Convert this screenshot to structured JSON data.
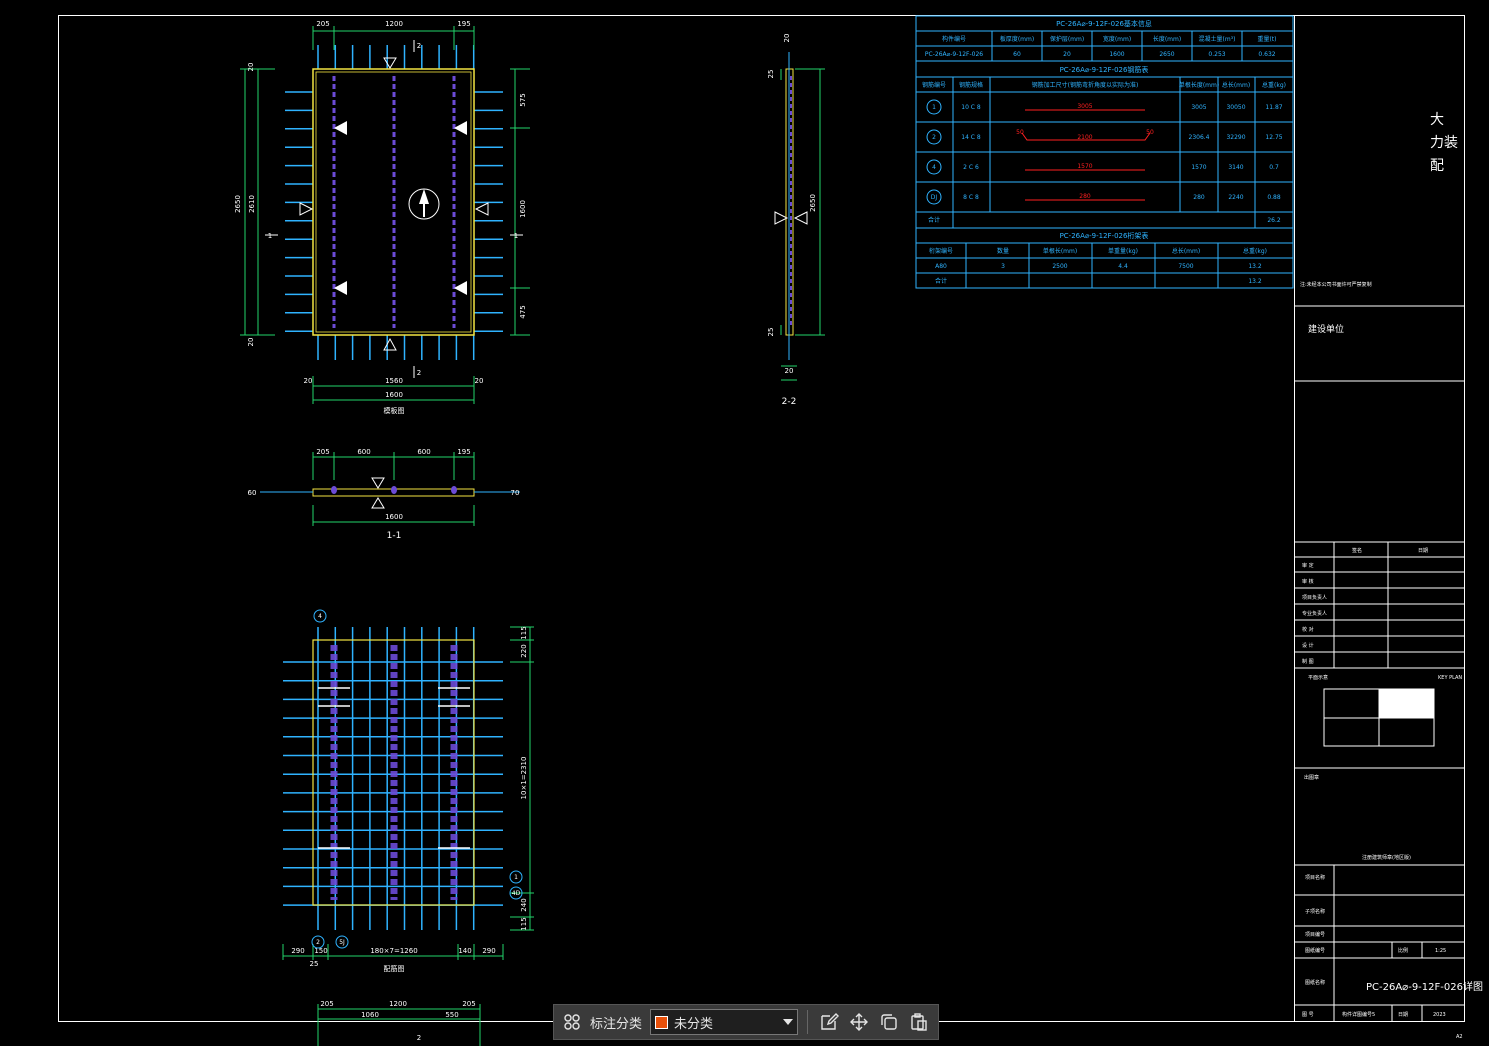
{
  "colors": {
    "frame": "#ffffff",
    "cyan": "#2fb3ff",
    "green": "#22d36a",
    "yellow": "#f4e542",
    "purple": "#6c4bd6",
    "red": "#ff2020",
    "swatch": "#e8500a"
  },
  "plan": {
    "dims_top": [
      "205",
      "1200",
      "195"
    ],
    "dims_bottom": [
      "20",
      "1560",
      "20"
    ],
    "dim_bottom_total": "1600",
    "dims_right": [
      "575",
      "1600",
      "475"
    ],
    "dims_left": [
      "2650",
      "2610"
    ],
    "dims_left_small": [
      "20",
      "20"
    ],
    "section_marks": [
      "2",
      "2",
      "1",
      "1"
    ],
    "caption": "模板图"
  },
  "section11": {
    "dims": [
      "205",
      "600",
      "600",
      "195"
    ],
    "total": "1600",
    "side_left": "60",
    "side_right": "70",
    "caption": "1-1"
  },
  "section22": {
    "top": "20",
    "right_dim": "2650",
    "small_top": "25",
    "small_bottom": "25",
    "bottom": "20",
    "caption": "2-2"
  },
  "rebar_plan": {
    "dims_right": [
      "115",
      "220",
      "10×1=2310",
      "240",
      "115"
    ],
    "dims_bottom": [
      "290",
      "150",
      "180×7=1260",
      "140",
      "290"
    ],
    "corner": "25",
    "caption": "配筋图",
    "bubbles": [
      "4",
      "1",
      "4D",
      "2",
      "5J"
    ]
  },
  "bottom_dims": {
    "top": [
      "205",
      "1200",
      "205"
    ],
    "sub": [
      "1060",
      "550"
    ],
    "mark": "2"
  },
  "table_info": {
    "title": "PC-26A⌀-9-12F-026基本信息",
    "headers": [
      "构件编号",
      "板厚度(mm)",
      "保护层(mm)",
      "宽度(mm)",
      "长度(mm)",
      "混凝土量(m³)",
      "重量(t)"
    ],
    "row": [
      "PC-26A⌀-9-12F-026",
      "60",
      "20",
      "1600",
      "2650",
      "0.253",
      "0.632"
    ]
  },
  "table_rebar": {
    "title": "PC-26A⌀-9-12F-026钢筋表",
    "headers": [
      "钢筋编号",
      "钢筋规格",
      "钢筋加工尺寸(钢筋弯折角度以实际为准)",
      "单根长度(mm)",
      "总长(mm)",
      "总重(kg)"
    ],
    "rows": [
      {
        "id": "1",
        "spec": "10 C 8",
        "shape": "3005",
        "left": "",
        "right": "",
        "len": "3005",
        "total": "30050",
        "weight": "11.87"
      },
      {
        "id": "2",
        "spec": "14 C 8",
        "shape": "2100",
        "left": "50",
        "right": "50",
        "len": "2306.4",
        "total": "32290",
        "weight": "12.75"
      },
      {
        "id": "4",
        "spec": "2 C 6",
        "shape": "1570",
        "left": "",
        "right": "",
        "len": "1570",
        "total": "3140",
        "weight": "0.7"
      },
      {
        "id": "DJ",
        "spec": "8 C 8",
        "shape": "280",
        "left": "",
        "right": "",
        "len": "280",
        "total": "2240",
        "weight": "0.88"
      }
    ],
    "total_label": "合计",
    "total_value": "26.2"
  },
  "table_truss": {
    "title": "PC-26A⌀-9-12F-026桁架表",
    "headers": [
      "桁架编号",
      "数量",
      "单根长(mm)",
      "单重量(kg)",
      "总长(mm)",
      "总重(kg)"
    ],
    "row": [
      "A80",
      "3",
      "2500",
      "4.4",
      "7500",
      "13.2"
    ],
    "total_label": "合计",
    "total_value": "13.2"
  },
  "title_block": {
    "company_lines": [
      "大",
      "力装",
      "配"
    ],
    "note": "注:未经本公司书面许可严禁复制",
    "client_label": "建设单位",
    "sign_headers": [
      "签名",
      "日期"
    ],
    "sign_rows": [
      "审 定",
      "审 核",
      "项目负责人",
      "专业负责人",
      "校 对",
      "设 计",
      "制 图"
    ],
    "key_plan_label": "平面示意",
    "key_plan_right": "KEY PLAN",
    "stamp_label": "出图章",
    "stamp_text": "注册建筑师章(地区版)",
    "project_label": "项目名称",
    "sub_label": "子项名称",
    "proj_no_label": "项目编号",
    "drawing_no_label": "图纸编号",
    "scale_label": "比例",
    "scale_value": "1:25",
    "drawing_name_label": "图纸名称",
    "drawing_name": "PC-26A⌀-9-12F-026详图",
    "sheet_label": "图 号",
    "sheet_value": "构件详图编号5",
    "date_label": "日期",
    "date_value": "2023",
    "size": "A2"
  },
  "toolbar": {
    "grid_icon": "grid-icon",
    "label": "标注分类",
    "select_value": "未分类",
    "tools": [
      "edit-icon",
      "move-icon",
      "copy-icon",
      "paste-icon"
    ]
  }
}
